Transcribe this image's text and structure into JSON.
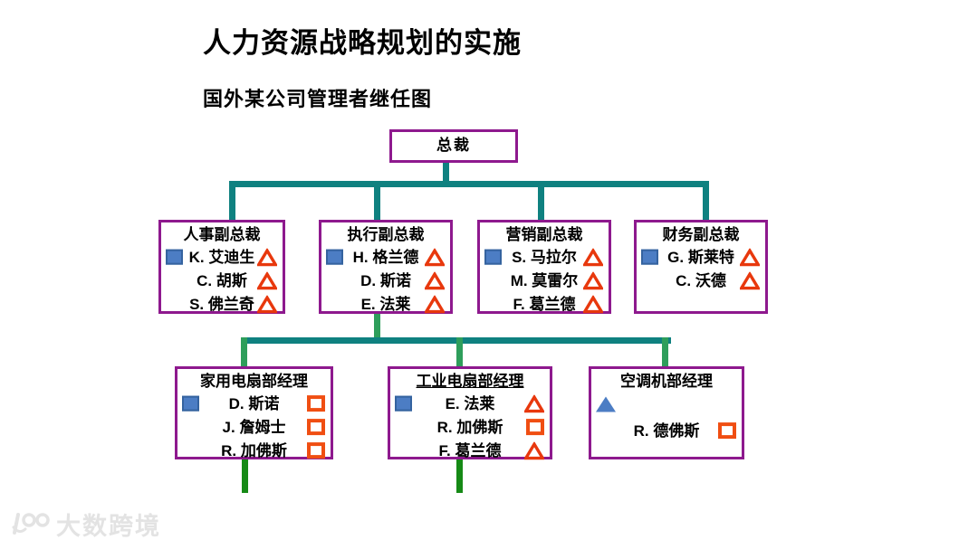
{
  "slide": {
    "title": "人力资源战略规划的实施",
    "subtitle": "国外某公司管理者继任图"
  },
  "org_chart": {
    "root": {
      "label": "总裁"
    },
    "level2": [
      {
        "title": "人事副总裁",
        "members": [
          {
            "name": "K. 艾迪生",
            "marker_left": "blue-square",
            "marker_right": "red-triangle-outline"
          },
          {
            "name": "C. 胡斯",
            "marker_left": null,
            "marker_right": "red-triangle-outline"
          },
          {
            "name": "S. 佛兰奇",
            "marker_left": null,
            "marker_right": "red-triangle-outline"
          }
        ]
      },
      {
        "title": "执行副总裁",
        "members": [
          {
            "name": "H. 格兰德",
            "marker_left": "blue-square",
            "marker_right": "red-triangle-outline"
          },
          {
            "name": "D. 斯诺",
            "marker_left": null,
            "marker_right": "red-triangle-outline"
          },
          {
            "name": "E. 法莱",
            "marker_left": null,
            "marker_right": "red-triangle-outline"
          }
        ]
      },
      {
        "title": "营销副总裁",
        "members": [
          {
            "name": "S. 马拉尔",
            "marker_left": "blue-square",
            "marker_right": "red-triangle-outline"
          },
          {
            "name": "M. 莫雷尔",
            "marker_left": null,
            "marker_right": "red-triangle-outline"
          },
          {
            "name": "F. 葛兰德",
            "marker_left": null,
            "marker_right": "red-triangle-outline"
          }
        ]
      },
      {
        "title": "财务副总裁",
        "members": [
          {
            "name": "G. 斯莱特",
            "marker_left": "blue-square",
            "marker_right": "red-triangle-outline"
          },
          {
            "name": "C. 沃德",
            "marker_left": null,
            "marker_right": "red-triangle-outline"
          }
        ]
      }
    ],
    "level3": [
      {
        "title": "家用电扇部经理",
        "title_underlined": false,
        "members": [
          {
            "name": "D. 斯诺",
            "marker_left": "blue-square",
            "marker_right": "orange-square-outline"
          },
          {
            "name": "J. 詹姆士",
            "marker_left": null,
            "marker_right": "orange-square-outline"
          },
          {
            "name": "R. 加佛斯",
            "marker_left": null,
            "marker_right": "orange-square-outline"
          }
        ]
      },
      {
        "title": "工业电扇部经理",
        "title_underlined": true,
        "members": [
          {
            "name": "E. 法莱",
            "marker_left": "blue-square",
            "marker_right": "red-triangle-outline"
          },
          {
            "name": "R. 加佛斯",
            "marker_left": null,
            "marker_right": "orange-square-outline"
          },
          {
            "name": "F. 葛兰德",
            "marker_left": null,
            "marker_right": "red-triangle-outline"
          }
        ]
      },
      {
        "title": "空调机部经理",
        "title_underlined": false,
        "members": [
          {
            "name": "",
            "marker_left": "blue-triangle",
            "marker_right": null
          },
          {
            "name": "R. 德佛斯",
            "marker_left": null,
            "marker_right": "orange-square-outline"
          }
        ]
      }
    ]
  },
  "marker_colors": {
    "blue-square": "#4C7DC4",
    "blue-triangle": "#4C7DC4",
    "red-triangle-outline": "#E8380D",
    "orange-square-outline": "#F04E12"
  },
  "colors": {
    "box_border_purple": "#8E198E",
    "connector_teal": "#0F8180",
    "connector_green": "#2E9E5B",
    "connector_bright_green": "#168A16"
  },
  "watermark": {
    "text": "大数跨境"
  }
}
